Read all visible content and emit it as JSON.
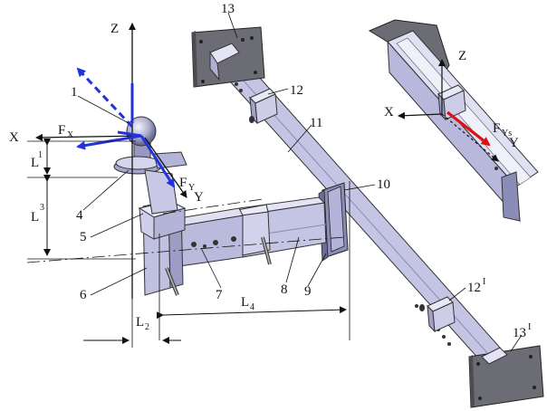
{
  "figure": {
    "part_labels": {
      "p1": "1",
      "p4": "4",
      "p5": "5",
      "p6": "6",
      "p7": "7",
      "p8": "8",
      "p9": "9",
      "p10": "10",
      "p11": "11",
      "p12": "12",
      "p12b": "12",
      "p13": "13",
      "p13b": "13"
    },
    "axis_labels": {
      "z_main": "Z",
      "x_main": "X",
      "y_main": "Y",
      "z_inset": "Z",
      "x_inset": "X",
      "y_inset": "Y"
    },
    "force_labels": {
      "fx": "F",
      "fx_sub": "X",
      "fy": "F",
      "fy_sub": "Y",
      "fys": "F",
      "fys_sub": "Ys"
    },
    "dimensions": {
      "L1": "L",
      "L1_sub": "1",
      "L2": "L",
      "L2_sub": "2",
      "L3": "L",
      "L3_sub": "3",
      "L4": "L",
      "L4_sub": "4"
    },
    "colors": {
      "beam_top": "#d9d9f2",
      "beam_side": "#b8b8dc",
      "beam_dark": "#9898c0",
      "plate": "#707078",
      "force_blue": "#2233dd",
      "force_red": "#dd1111",
      "line": "#111111"
    }
  }
}
